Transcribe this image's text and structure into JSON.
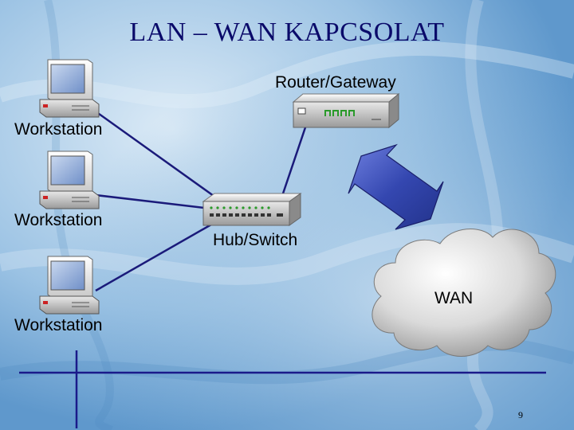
{
  "title": "LAN – WAN KAPCSOLAT",
  "nodes": {
    "router": "Router/Gateway",
    "workstation_1": "Workstation",
    "workstation_2": "Workstation",
    "workstation_3": "Workstation",
    "hub": "Hub/Switch",
    "wan": "WAN"
  },
  "page_number": "9",
  "colors": {
    "title": "#0a0a6a",
    "link_line": "#1a1a7a",
    "arrow": "#3b4db5",
    "rule_line": "#1a1a8a"
  }
}
